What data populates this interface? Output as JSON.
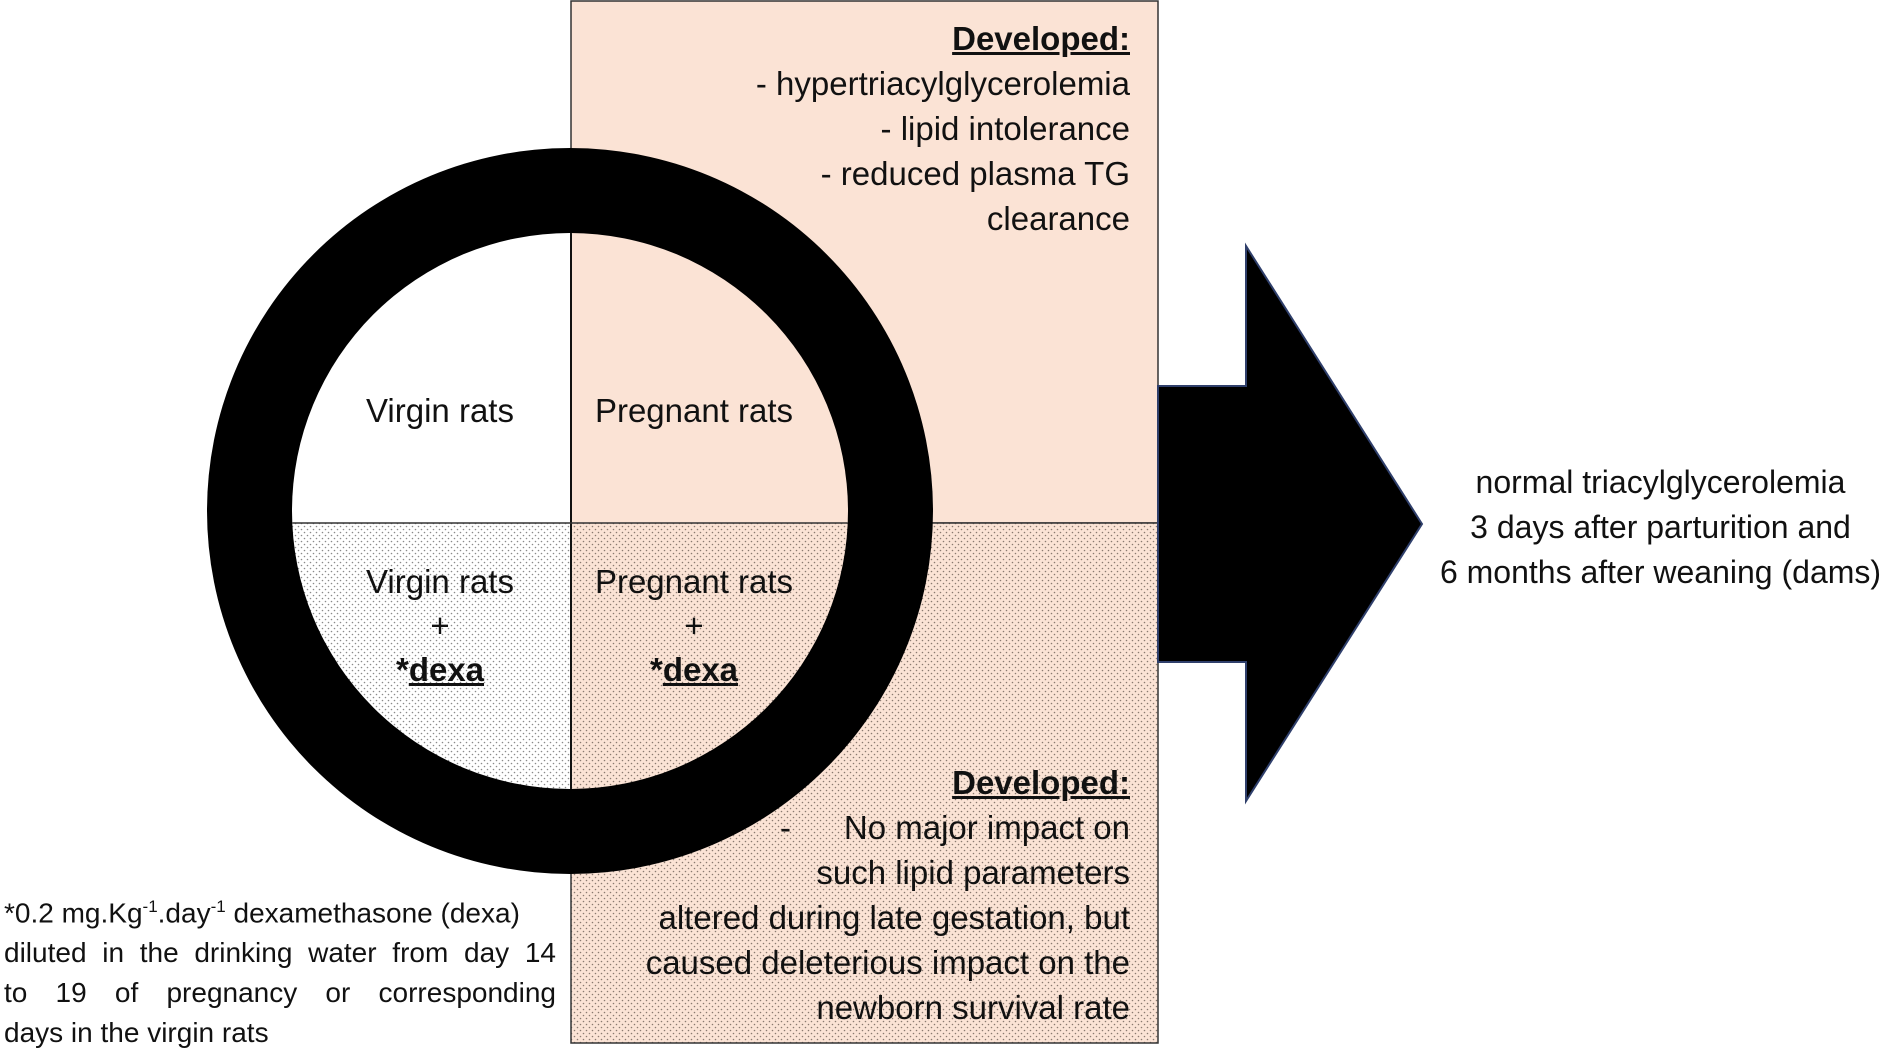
{
  "quadrants": {
    "top_left": {
      "label": "Virgin rats"
    },
    "top_right": {
      "label": "Pregnant rats"
    },
    "bottom_left": {
      "label": "Virgin rats",
      "plus": "+",
      "star": "*",
      "dexa": "dexa"
    },
    "bottom_right": {
      "label": "Pregnant rats",
      "plus": "+",
      "star": "*",
      "dexa": "dexa"
    }
  },
  "top_box": {
    "heading": "Developed:",
    "lines": [
      "- hypertriacylglycerolemia",
      "- lipid intolerance",
      "- reduced plasma TG",
      "clearance"
    ]
  },
  "bottom_box": {
    "heading": "Developed:",
    "bullet": "-",
    "first_line": "No major impact on",
    "lines": [
      "such lipid parameters",
      "altered during late gestation, but",
      "caused deleterious impact on the",
      "newborn survival rate"
    ]
  },
  "outcome": {
    "lines": [
      "normal triacylglycerolemia",
      "3 days after parturition and",
      "6 months after weaning (dams)"
    ]
  },
  "footnote": {
    "part1": "*0.2 mg.Kg",
    "sup1": "-1",
    "part2": ".day",
    "sup2": "-1",
    "part3": " dexamethasone (dexa)",
    "lines": [
      "diluted in the drinking water from day 14",
      "to 19 of pregnancy or corresponding",
      "days in the virgin rats"
    ]
  },
  "colors": {
    "box_fill": "#fbe3d5",
    "ring": "#000000",
    "arrow": "#000000",
    "arrow_outline": "#2f3f6b",
    "dots": "#8a8a8a"
  }
}
